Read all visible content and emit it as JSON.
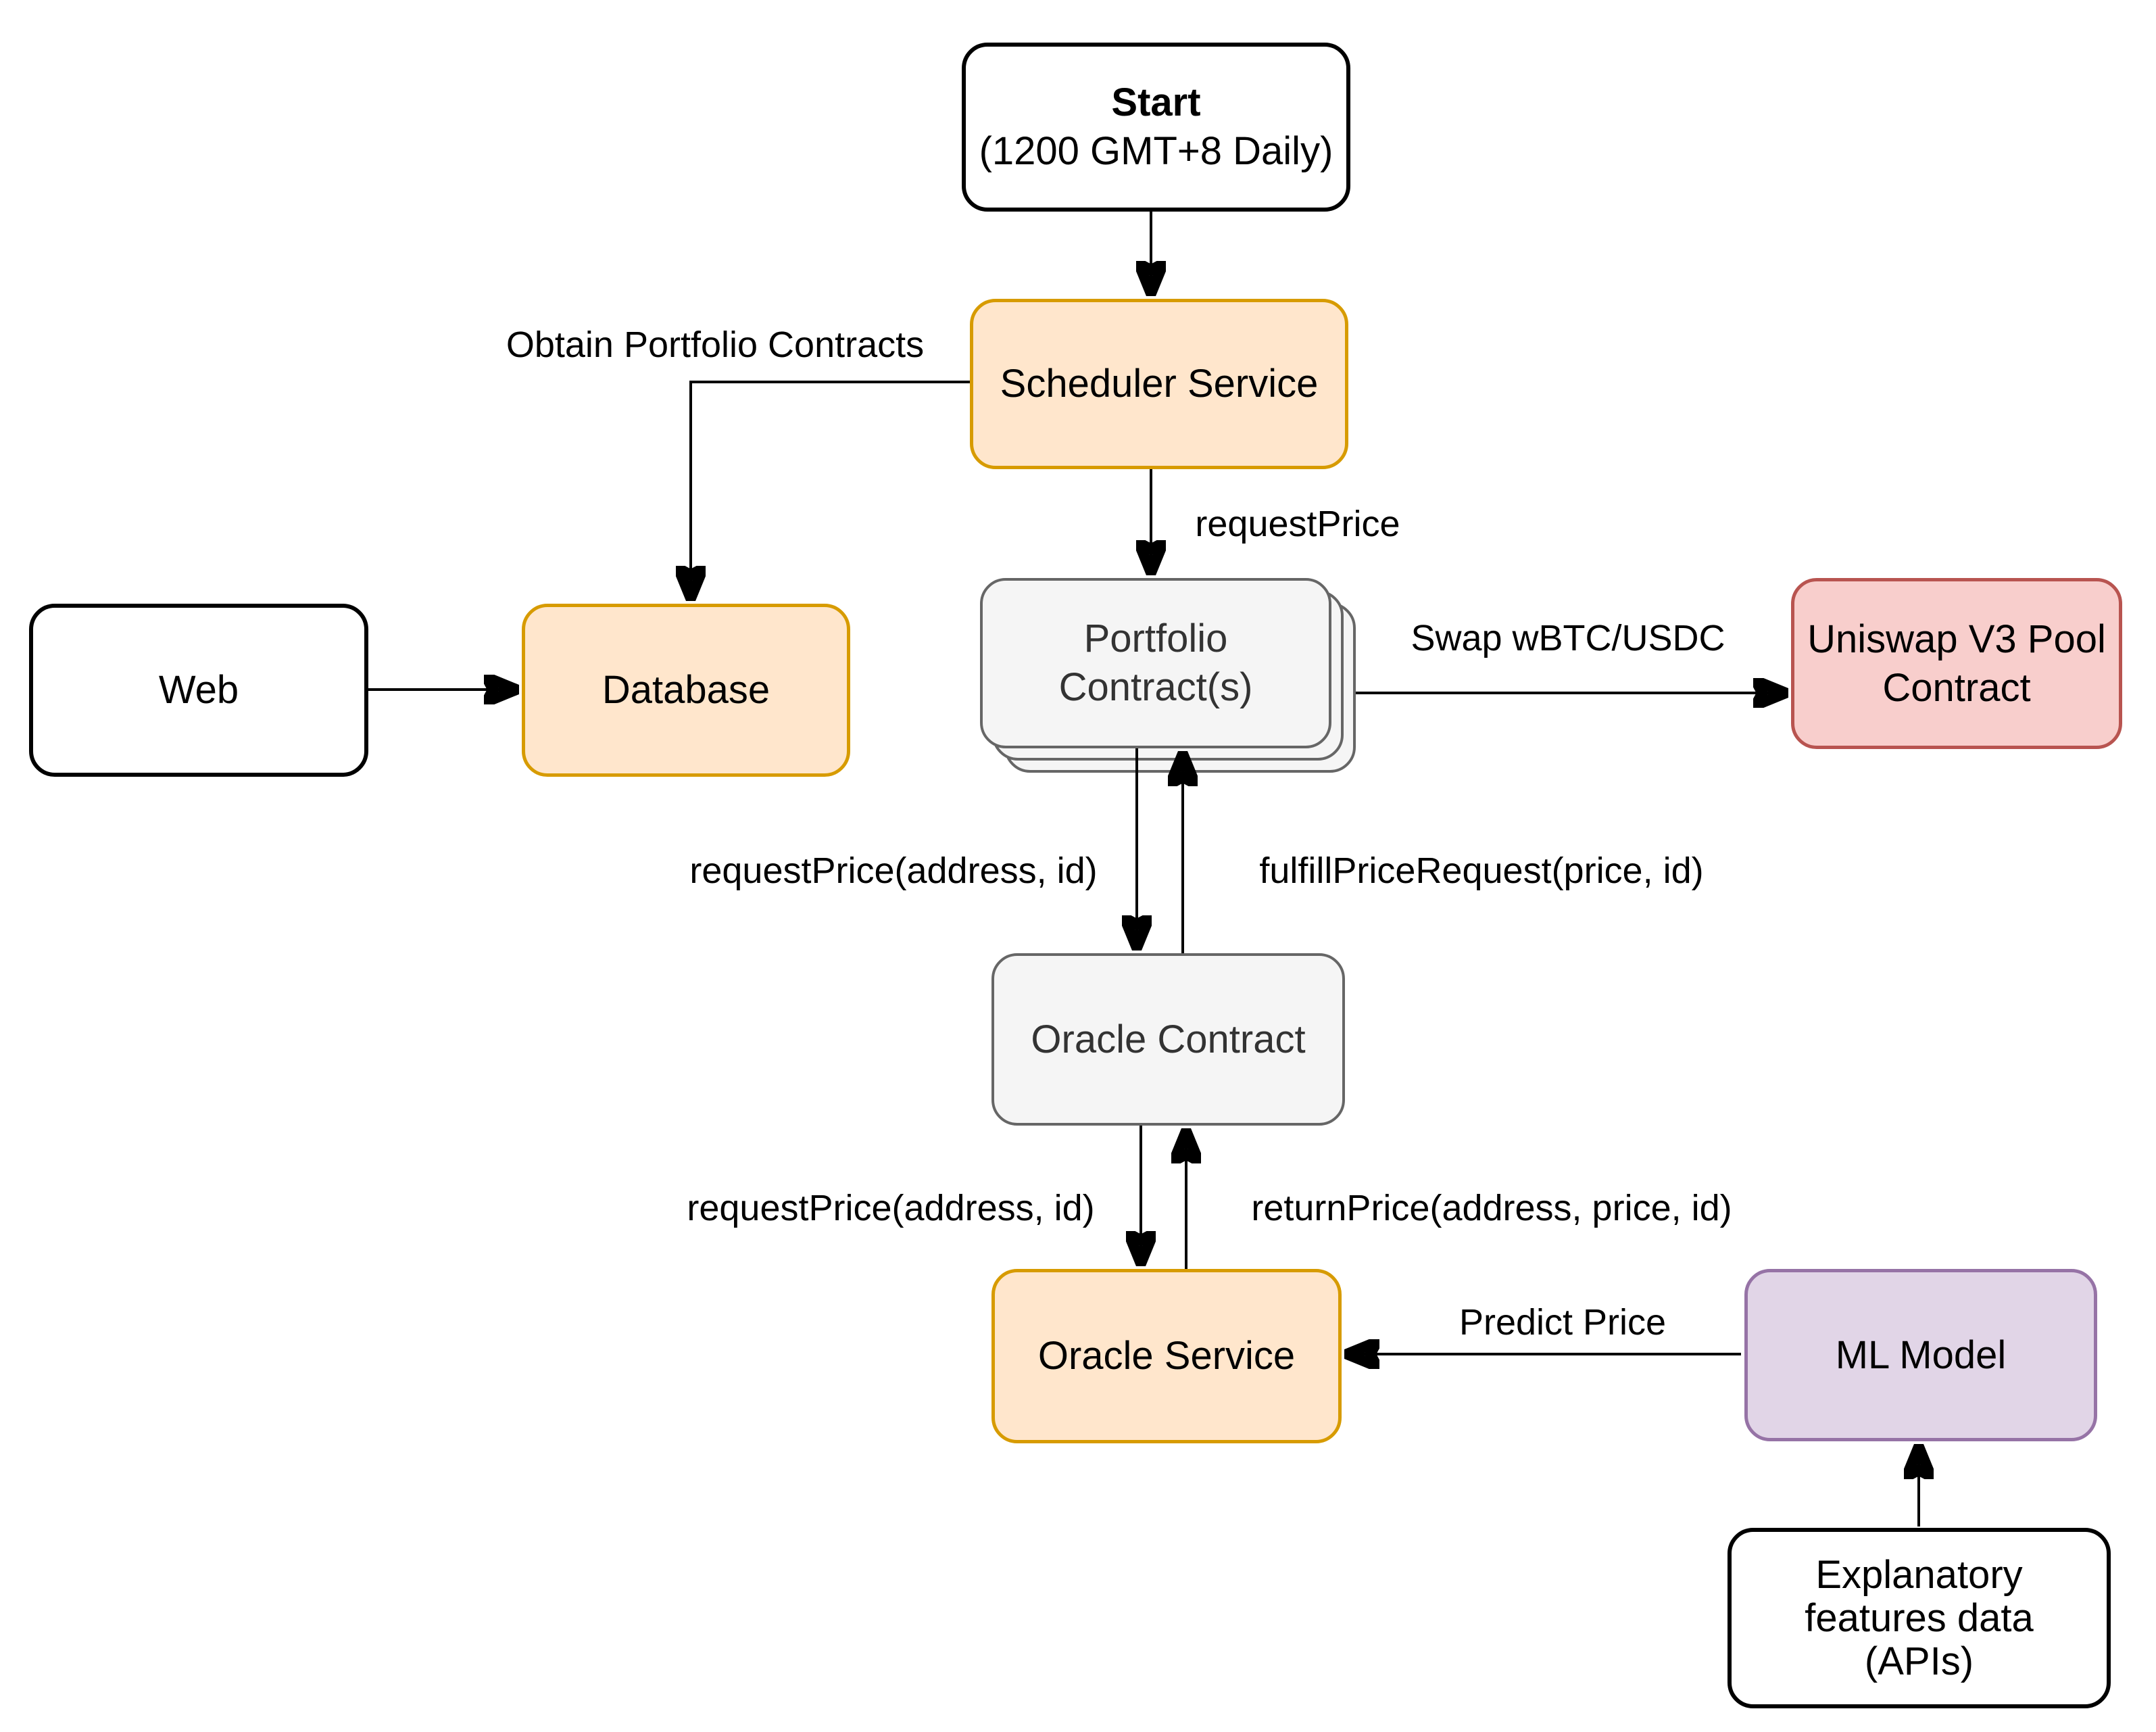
{
  "diagram": {
    "nodes": {
      "start": {
        "title": "Start",
        "subtitle": "(1200 GMT+8 Daily)"
      },
      "scheduler_service": {
        "label": "Scheduler Service"
      },
      "database": {
        "label": "Database"
      },
      "web": {
        "label": "Web"
      },
      "portfolio_contracts": {
        "label": "Portfolio\nContract(s)"
      },
      "uniswap_pool": {
        "label": "Uniswap V3 Pool\nContract"
      },
      "oracle_contract": {
        "label": "Oracle Contract"
      },
      "oracle_service": {
        "label": "Oracle Service"
      },
      "ml_model": {
        "label": "ML Model"
      },
      "explanatory_features": {
        "label": "Explanatory\nfeatures data\n(APIs)"
      }
    },
    "edge_labels": {
      "obtain_portfolio_contracts": "Obtain Portfolio Contracts",
      "request_price": "requestPrice",
      "swap_wbtc_usdc": "Swap wBTC/USDC",
      "request_price_address_id_upper": "requestPrice(address, id)",
      "fulfill_price_request": "fulfillPriceRequest(price, id)",
      "request_price_address_id_lower": "requestPrice(address, id)",
      "return_price_address_price_id": "returnPrice(address, price, id)",
      "predict_price": "Predict Price"
    },
    "colors": {
      "orange_fill": "#FFE6CC",
      "orange_stroke": "#D79B00",
      "gray_fill": "#F5F5F5",
      "gray_stroke": "#666666",
      "gray_text": "#333333",
      "red_fill": "#F8CECC",
      "red_stroke": "#B85450",
      "purple_fill": "#E1D5E7",
      "purple_stroke": "#9673A6",
      "plain_fill": "#FFFFFF",
      "plain_stroke": "#000000",
      "arrow": "#000000"
    }
  }
}
